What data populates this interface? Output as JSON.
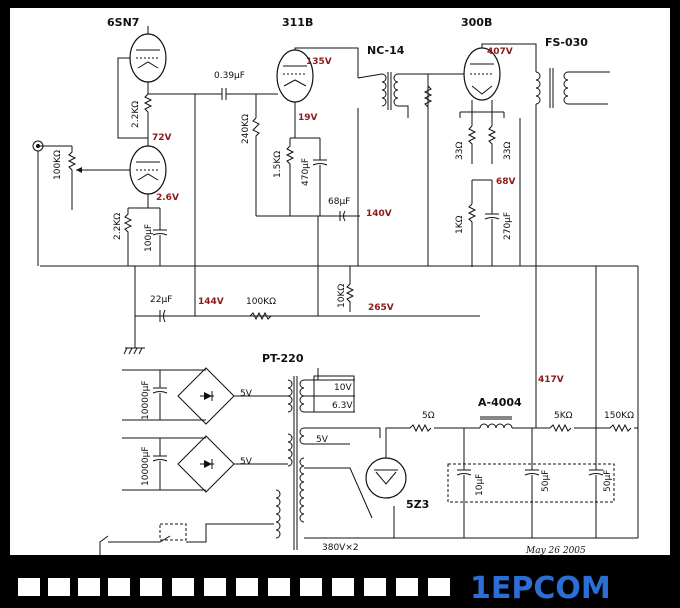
{
  "tubes": {
    "t1": "6SN7",
    "t2": "311B",
    "t3": "300B",
    "rect": "5Z3"
  },
  "transformers": {
    "interstage": "NC-14",
    "output": "FS-030",
    "power": "PT-220",
    "choke": "A-4004"
  },
  "components": {
    "cap_coupling": "0.39μF",
    "r_grid_311": "240KΩ",
    "r_cath_311": "1.5KΩ",
    "c_cath_311": "470μF",
    "c_68": "68μF",
    "r_plate_6sn7": "2.2KΩ",
    "r_cath_6sn7": "2.2KΩ",
    "c_cath_6sn7": "100μF",
    "volume": "100KΩ",
    "c_22": "22μF",
    "r_100k": "100KΩ",
    "r_10k": "10KΩ",
    "r_33a": "33Ω",
    "r_33b": "33Ω",
    "r_1k": "1KΩ",
    "c_270": "270μF",
    "r_5": "5Ω",
    "r_5k": "5KΩ",
    "r_150k": "150KΩ",
    "c_10uf": "10μF",
    "c_50a": "50μF",
    "c_50b": "50μF",
    "c_10000a": "10000μF",
    "c_10000b": "10000μF"
  },
  "voltages": {
    "v135": "135V",
    "v19": "19V",
    "v72": "72V",
    "v2_6": "2.6V",
    "v407": "407V",
    "v68": "68V",
    "v140": "140V",
    "v144": "144V",
    "v265": "265V",
    "v417": "417V"
  },
  "windings": {
    "w10v": "10V",
    "w63v": "6.3V",
    "w5v_a": "5V",
    "w5v_b": "5V",
    "w5v_rect": "5V",
    "w380": "380V×2"
  },
  "date": "May 26 2005",
  "watermark": "1EPCOM"
}
